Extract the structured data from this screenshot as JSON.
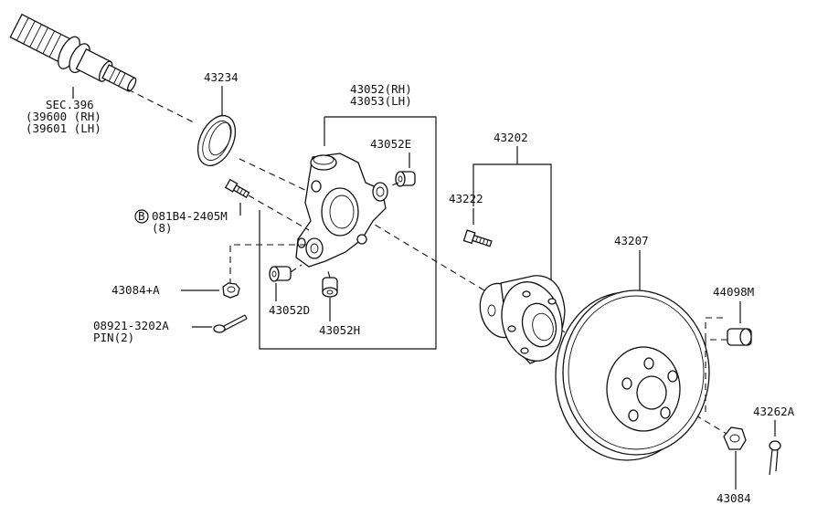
{
  "labels": {
    "sec_line1": "SEC.396",
    "sec_line2": "(39600 (RH)",
    "sec_line3": "(39601 (LH)",
    "p43234": "43234",
    "knuckle_rh": "43052(RH)",
    "knuckle_lh": "43053(LH)",
    "p43052E": "43052E",
    "bolt_circle": "B",
    "bolt_code": "081B4-2405M",
    "bolt_qty": "(8)",
    "p43084A": "43084+A",
    "pin_code": "08921-3202A",
    "pin_qty": "PIN(2)",
    "p43052D": "43052D",
    "p43052H": "43052H",
    "p43202": "43202",
    "p43222": "43222",
    "p43207": "43207",
    "p44098M": "44098M",
    "p43262A": "43262A",
    "p43084": "43084"
  }
}
